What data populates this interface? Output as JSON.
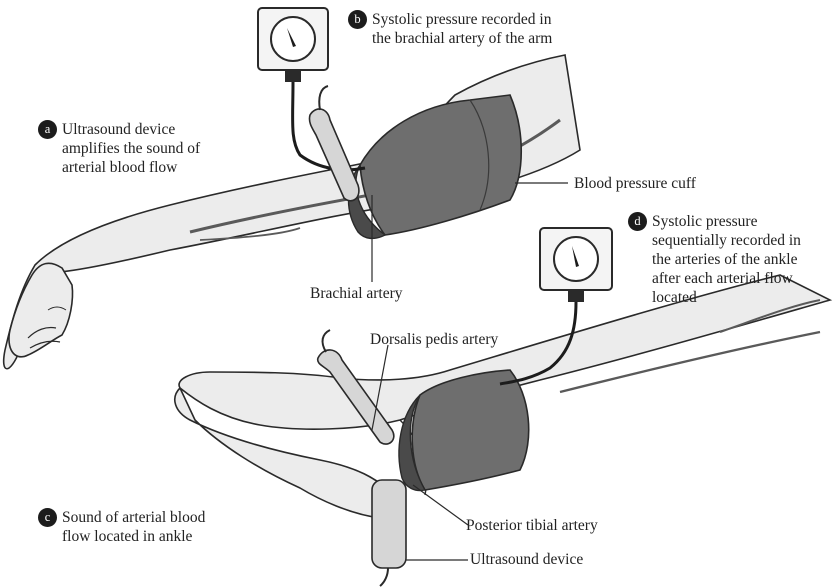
{
  "labels": {
    "a": {
      "badge": "a",
      "lines": [
        "Ultrasound device",
        "amplifies the sound of",
        "arterial blood flow"
      ]
    },
    "b": {
      "badge": "b",
      "lines": [
        "Systolic pressure recorded in",
        "the brachial artery of the arm"
      ]
    },
    "c": {
      "badge": "c",
      "lines": [
        "Sound of arterial blood",
        "flow located in ankle"
      ]
    },
    "d": {
      "badge": "d",
      "lines": [
        "Systolic pressure",
        "sequentially recorded in",
        "the arteries of the ankle",
        "after each arterial flow",
        "located"
      ]
    },
    "blood_pressure_cuff": "Blood pressure cuff",
    "brachial_artery": "Brachial artery",
    "dorsalis_pedis_artery": "Dorsalis pedis artery",
    "posterior_tibial_artery": "Posterior tibial artery",
    "ultrasound_device": "Ultrasound device"
  },
  "colors": {
    "skin": "#ececec",
    "outline": "#2a2a2a",
    "cuff": "#6e6e6e",
    "cuff_dark": "#4a4a4a",
    "artery": "#5a5a5a",
    "gauge_face": "#f4f4f4",
    "badge": "#1c1c1c"
  },
  "icons": [
    "pressure-gauge-icon",
    "ultrasound-probe-icon"
  ]
}
